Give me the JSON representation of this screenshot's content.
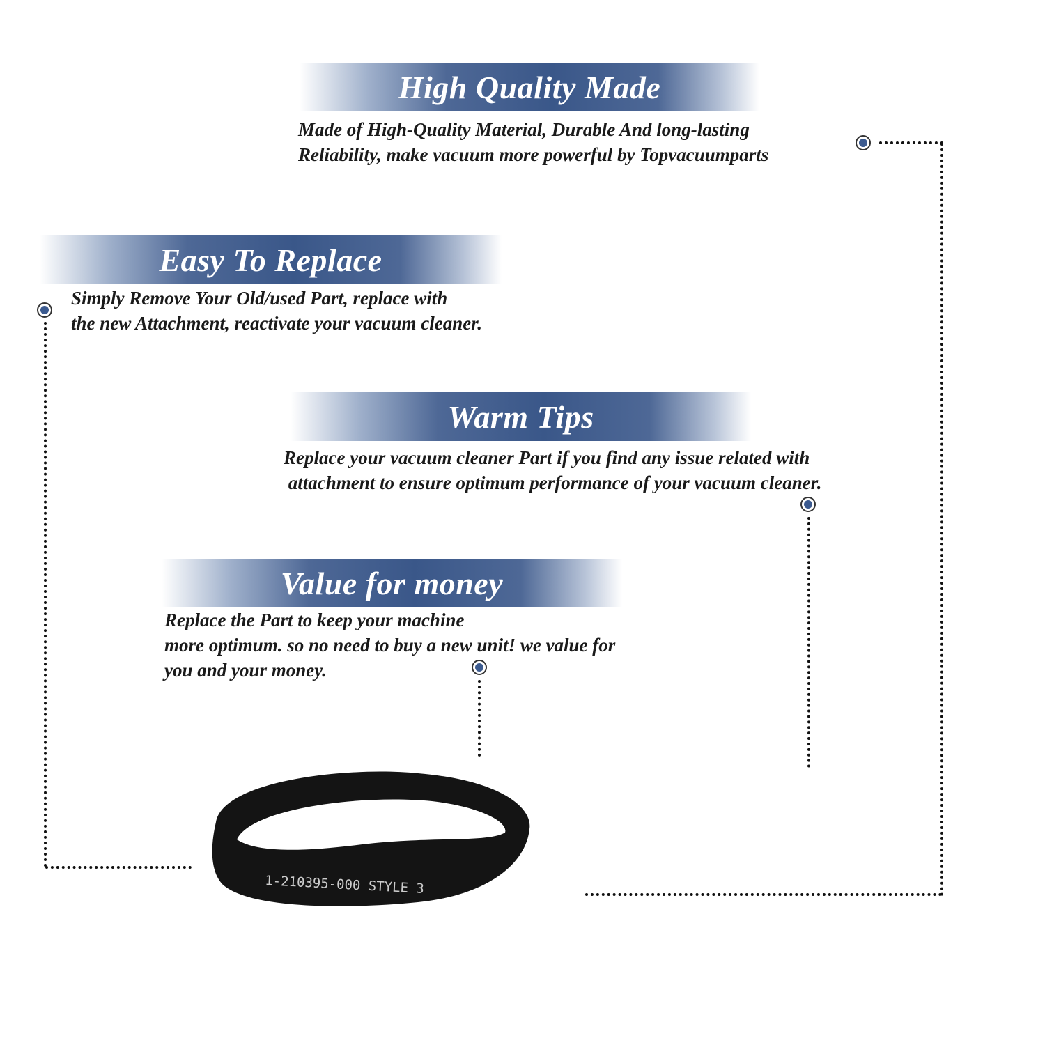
{
  "sections": [
    {
      "title": "High Quality Made",
      "lines": [
        "Made of  High-Quality Material, Durable And long-lasting",
        "Reliability, make vacuum more powerful by Topvacuumparts"
      ]
    },
    {
      "title": "Easy To Replace",
      "lines": [
        "Simply Remove Your Old/used Part, replace with",
        "the new Attachment, reactivate your vacuum cleaner."
      ]
    },
    {
      "title": "Warm Tips",
      "lines": [
        "Replace your vacuum cleaner Part if you find any issue related with",
        " attachment to ensure optimum performance of your vacuum cleaner."
      ]
    },
    {
      "title": "Value for money",
      "lines": [
        "Replace the Part to keep your machine",
        "more optimum. so no need to buy a new unit! we value for",
        "you and your money."
      ]
    }
  ],
  "product": {
    "belt_marking": "1-210395-000 STYLE 3"
  },
  "colors": {
    "banner": "#3a5789",
    "dot": "#3b5a8f"
  },
  "icons": [
    "target-dot-icon"
  ]
}
